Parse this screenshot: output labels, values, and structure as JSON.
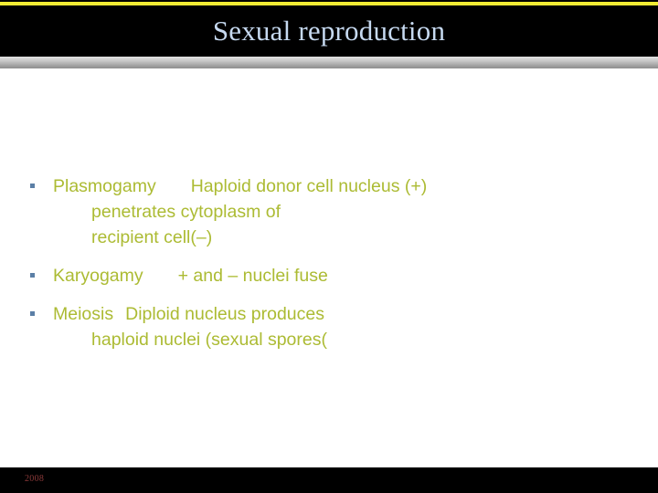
{
  "slide": {
    "title": "Sexual reproduction",
    "title_color": "#c6d9f0",
    "accent_color": "#f2ec34",
    "body_text_color": "#acbb33",
    "bullet_marker_color": "#5b7fa6",
    "header_background": "#000000",
    "footer_background": "#000000",
    "canvas_background": "#ffffff"
  },
  "bullets": [
    {
      "term": "Plasmogamy",
      "definition_line_1": "Haploid donor cell nucleus (+)",
      "definition_line_2": "penetrates cytoplasm of",
      "definition_line_3": "recipient cell(–)",
      "marker": "bullet-square"
    },
    {
      "term": "Karyogamy",
      "definition_line_1": "+ and – nuclei fuse",
      "marker": "bullet-square"
    },
    {
      "term": "Meiosis",
      "definition_line_1": "Diploid nucleus produces",
      "definition_line_2": "haploid nuclei (sexual spores(",
      "marker": "bullet-square"
    }
  ],
  "footer": {
    "note": "2008",
    "note_color": "#8c3a3a"
  }
}
